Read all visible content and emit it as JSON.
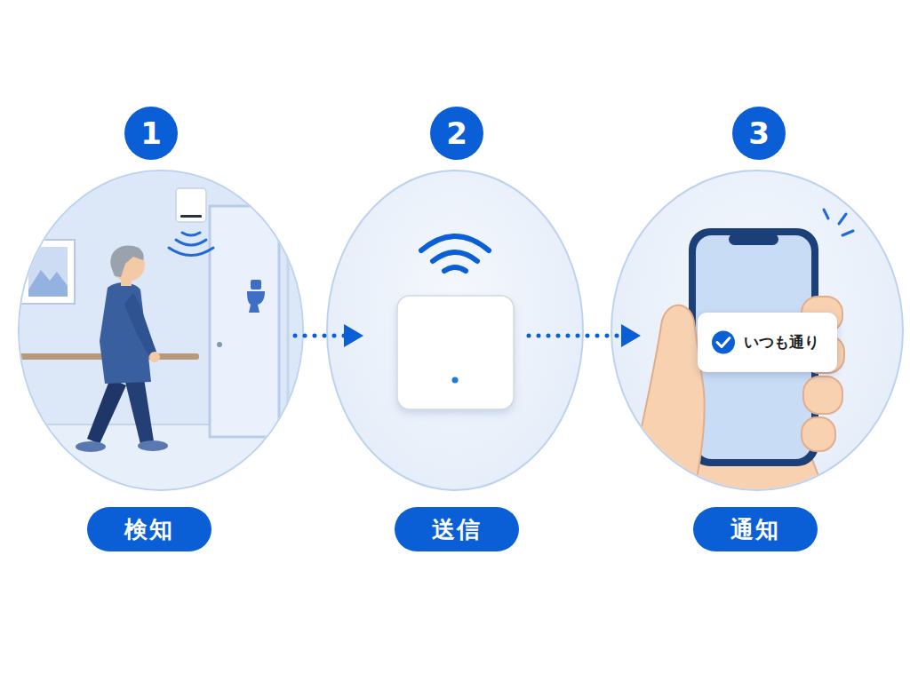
{
  "diagram": {
    "nodes": [
      {
        "text": [
          "1",
          "検知"
        ]
      },
      {
        "text": [
          "2",
          "送信"
        ]
      },
      {
        "text": [
          "3",
          "通知"
        ]
      },
      {
        "text": [
          "いつも通り"
        ],
        "in": 2
      }
    ],
    "edges": [
      {
        "from": 0,
        "to": 1,
        "arrow": "to"
      },
      {
        "from": 1,
        "to": 2,
        "arrow": "to"
      }
    ]
  }
}
